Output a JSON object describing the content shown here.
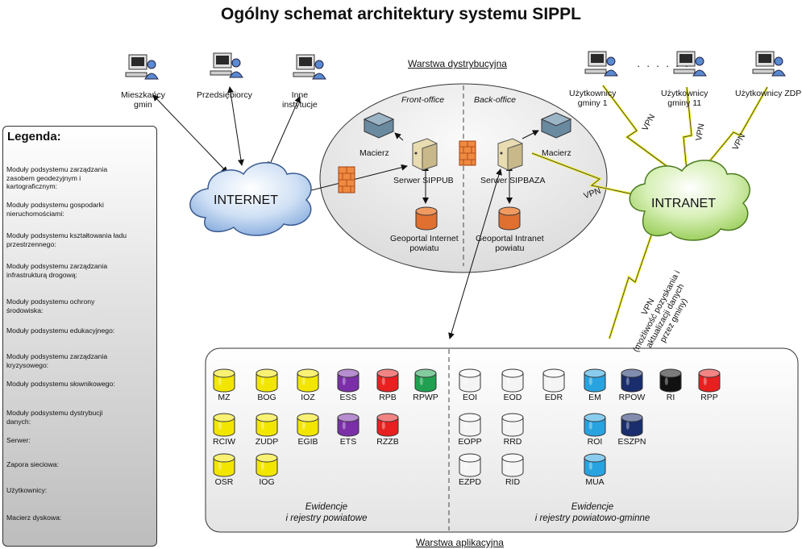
{
  "title": "Ogólny schemat architektury systemu SIPPL",
  "layers": {
    "distribution": "Warstwa dystrybucyjna",
    "application": "Warstwa aplikacyjna"
  },
  "users_left": [
    {
      "label1": "Mieszkańcy",
      "label2": "gmin"
    },
    {
      "label1": "Przedsiębiorcy",
      "label2": ""
    },
    {
      "label1": "Inne",
      "label2": "instytucje"
    }
  ],
  "users_right": [
    {
      "label1": "Użytkownicy",
      "label2": "gminy 1"
    },
    {
      "label1": "Użytkownicy",
      "label2": "gminy 11"
    },
    {
      "label1": "Użytkownicy ZDP",
      "label2": ""
    }
  ],
  "dots": "· · · · · ·",
  "internet": "INTERNET",
  "intranet": "INTRANET",
  "front_office": "Front-office",
  "back_office": "Back-office",
  "macierz": "Macierz",
  "serwer_sippub": "Serwer SIPPUB",
  "serwer_sipbaza": "Serwer SIPBAZA",
  "geoportal_internet": [
    "Geoportal Internet",
    "powiatu"
  ],
  "geoportal_intranet": [
    "Geoportal Intranet",
    "powiatu"
  ],
  "vpn": "VPN",
  "vpn_note": [
    "VPN",
    "(możliwość pozyskania i",
    "aktualizacji danych",
    "przez gminy)"
  ],
  "legend": {
    "title": "Legenda:",
    "items": [
      {
        "text": "Moduły podsystemu zarządzania zasobem geodezyjnym i kartograficznym:",
        "color": "#f2e600",
        "icon": "db"
      },
      {
        "text": "Moduły podsystemu gospodarki nieruchomościami:",
        "color": "#29a3e0",
        "icon": "db"
      },
      {
        "text": "Moduły podsystemu kształtowania ładu przestrzennego:",
        "color": "#e82020",
        "icon": "db"
      },
      {
        "text": "Moduły podsystemu zarządzania infrastrukturą drogową:",
        "color": "#f4f4f4",
        "icon": "db"
      },
      {
        "text": "Moduły podsystemu ochrony środowiska:",
        "color": "#20a050",
        "icon": "db"
      },
      {
        "text": "Moduły podsystemu edukacyjnego:",
        "color": "#1a2e6e",
        "icon": "db"
      },
      {
        "text": "Moduły podsystemu zarządzania kryzysowego:",
        "color": "#7a2fa8",
        "icon": "db"
      },
      {
        "text": "Moduły podsystemu słownikowego:",
        "color": "#111111",
        "icon": "db"
      },
      {
        "text": "Moduły podsystemu dystrybucji danych:",
        "color": "#e07030",
        "icon": "db"
      },
      {
        "text": "Serwer:",
        "color": "#e8dcb0",
        "icon": "server"
      },
      {
        "text": "Zapora sieciowa:",
        "color": "#f08a40",
        "icon": "firewall"
      },
      {
        "text": "Użytkownicy:",
        "color": "#5a8ad0",
        "icon": "user"
      },
      {
        "text": "Macierz dyskowa:",
        "color": "#6a8aa0",
        "icon": "array"
      }
    ]
  },
  "modules_left": [
    {
      "code": "MZ",
      "color": "#f2e600"
    },
    {
      "code": "BOG",
      "color": "#f2e600"
    },
    {
      "code": "IOZ",
      "color": "#f2e600"
    },
    {
      "code": "ESS",
      "color": "#7a2fa8"
    },
    {
      "code": "RPB",
      "color": "#e82020"
    },
    {
      "code": "RPWP",
      "color": "#20a050"
    },
    {
      "code": "RCIW",
      "color": "#f2e600"
    },
    {
      "code": "ZUDP",
      "color": "#f2e600"
    },
    {
      "code": "EGIB",
      "color": "#f2e600"
    },
    {
      "code": "ETS",
      "color": "#7a2fa8"
    },
    {
      "code": "RZZB",
      "color": "#e82020"
    },
    {
      "code": "OSR",
      "color": "#f2e600"
    },
    {
      "code": "IOG",
      "color": "#f2e600"
    }
  ],
  "modules_right": [
    {
      "code": "EOI",
      "color": "#f4f4f4"
    },
    {
      "code": "EOD",
      "color": "#f4f4f4"
    },
    {
      "code": "EDR",
      "color": "#f4f4f4"
    },
    {
      "code": "EM",
      "color": "#29a3e0"
    },
    {
      "code": "RPOW",
      "color": "#1a2e6e"
    },
    {
      "code": "RI",
      "color": "#111111"
    },
    {
      "code": "RPP",
      "color": "#e82020"
    },
    {
      "code": "EOPP",
      "color": "#f4f4f4"
    },
    {
      "code": "RRD",
      "color": "#f4f4f4"
    },
    {
      "code": "ROI",
      "color": "#29a3e0"
    },
    {
      "code": "ESZPN",
      "color": "#1a2e6e"
    },
    {
      "code": "EZPD",
      "color": "#f4f4f4"
    },
    {
      "code": "RID",
      "color": "#f4f4f4"
    },
    {
      "code": "MUA",
      "color": "#29a3e0"
    }
  ],
  "registers_left": [
    "Ewidencje",
    "i rejestry powiatowe"
  ],
  "registers_right": [
    "Ewidencje",
    "i rejestry powiatowo-gminne"
  ]
}
